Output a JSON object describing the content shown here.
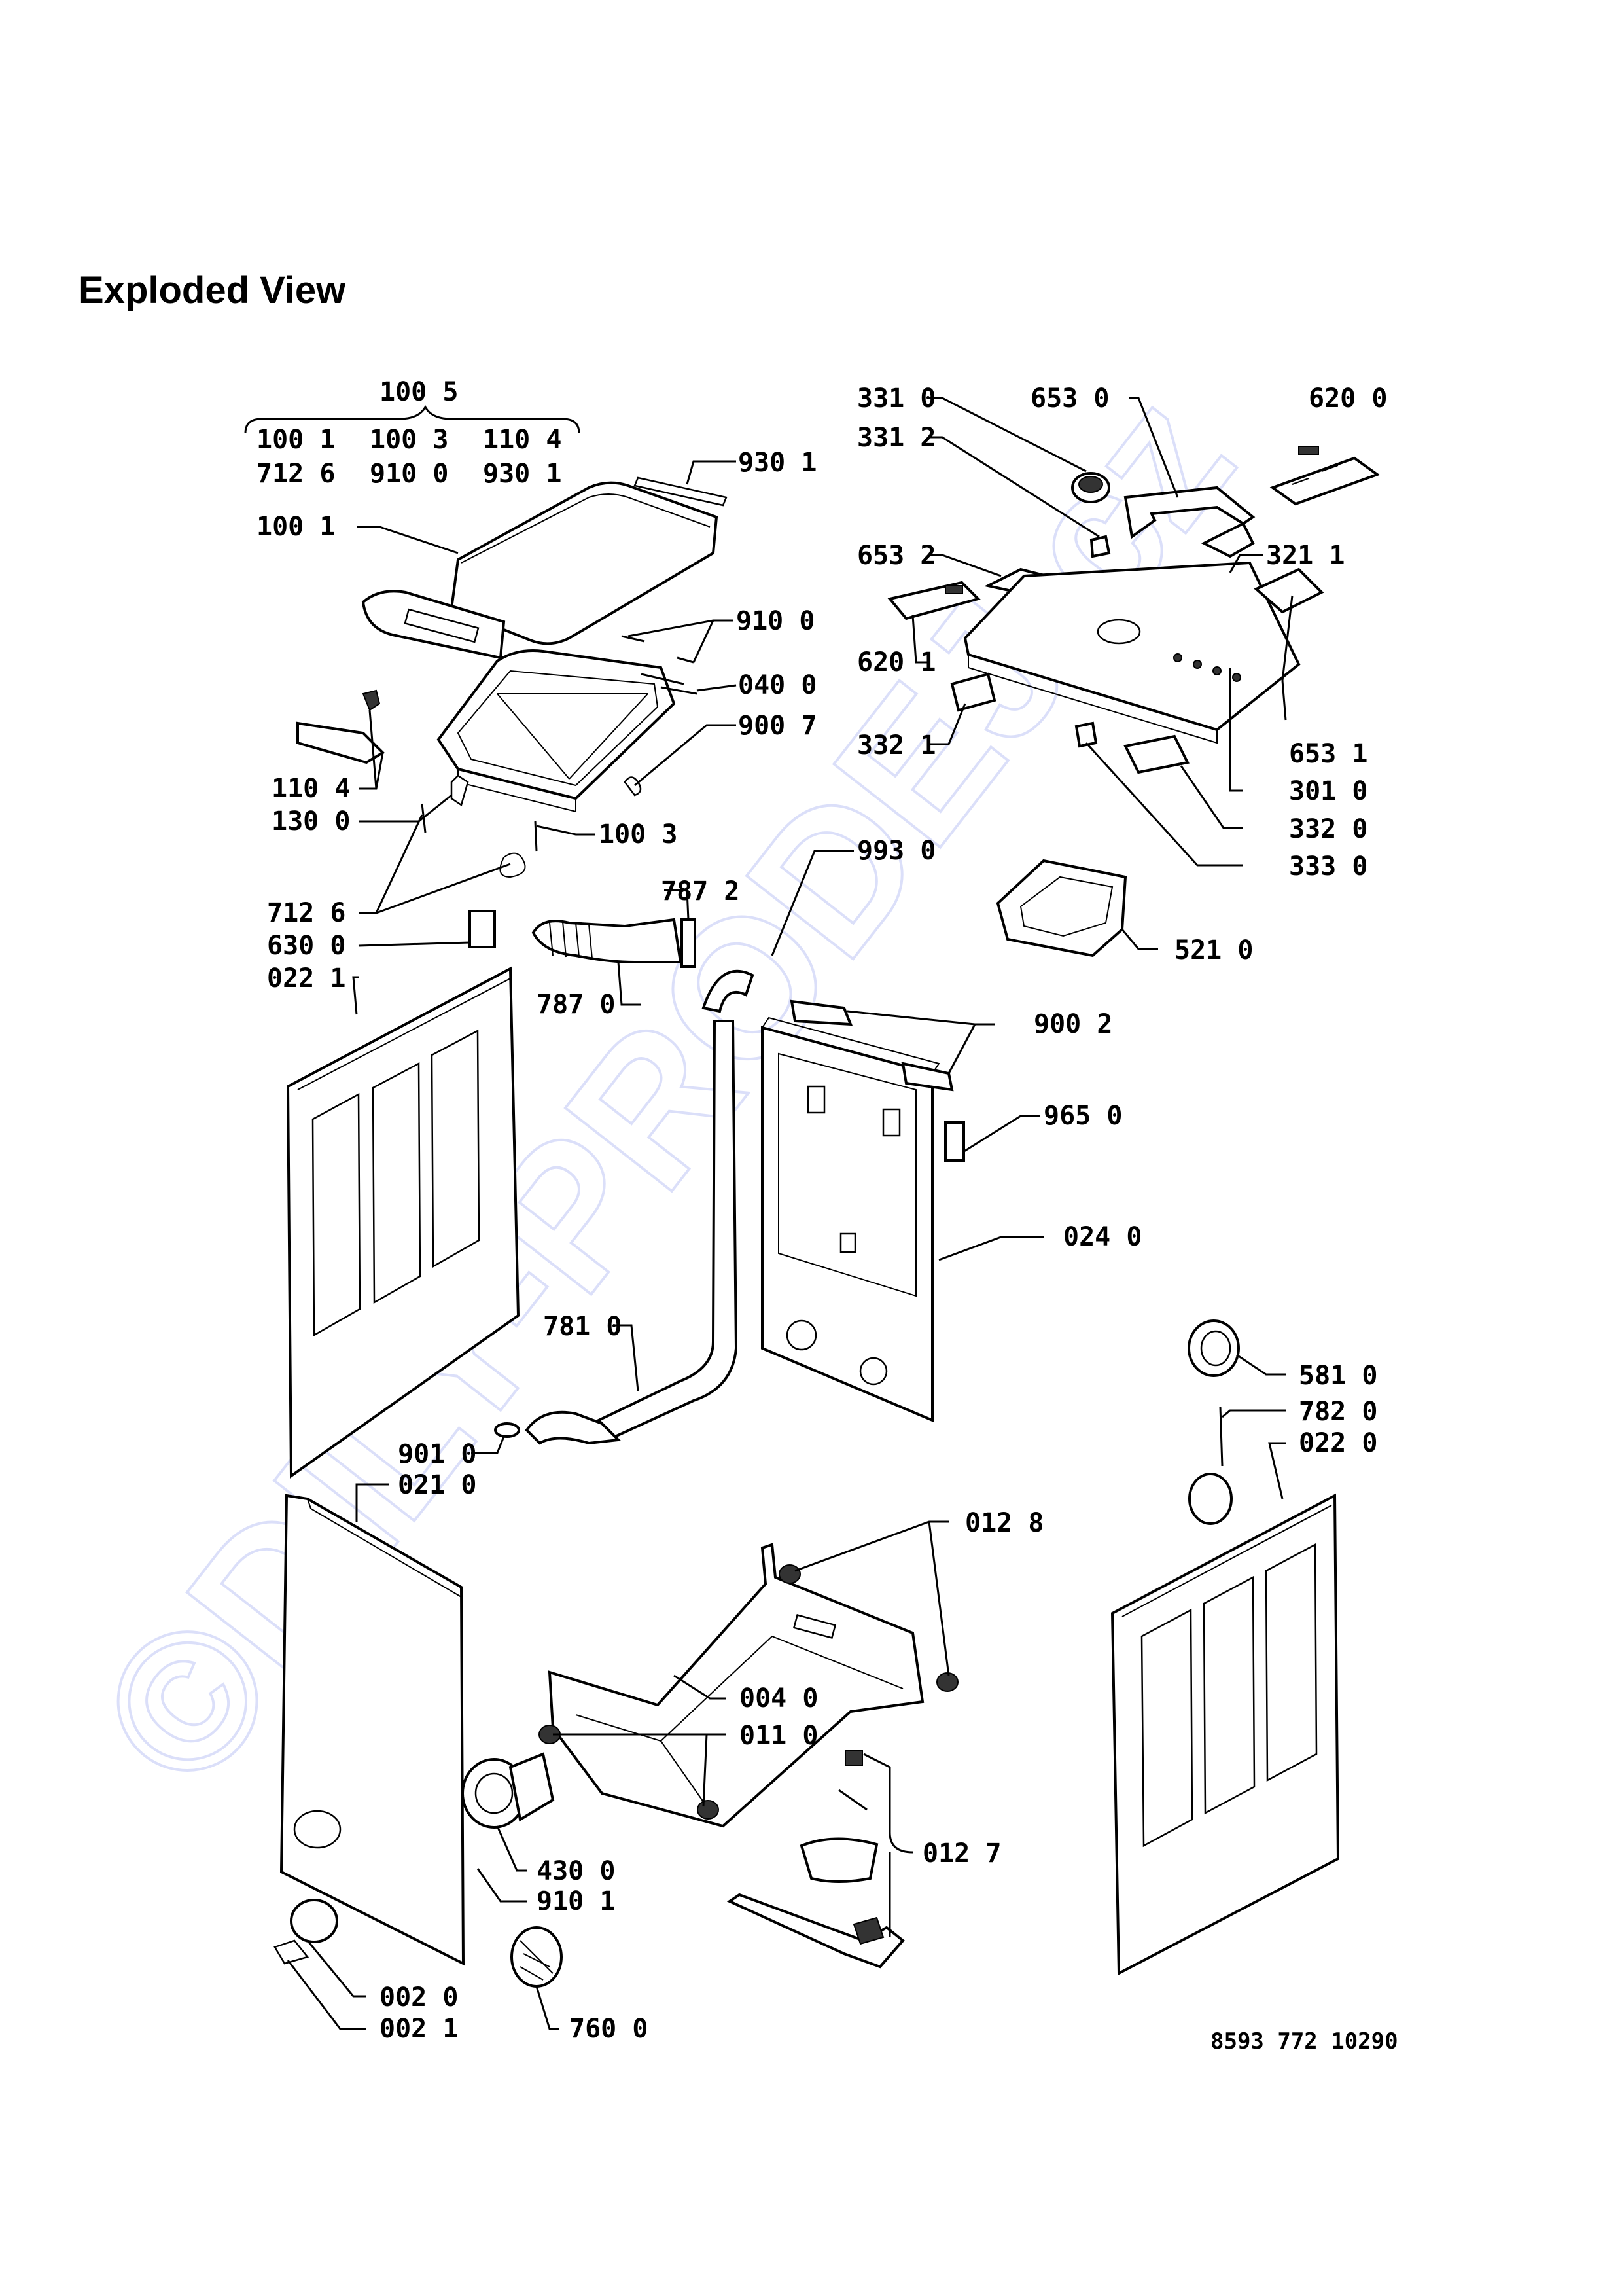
{
  "title": "Exploded View",
  "doc_number": "8593 772 10290",
  "watermark": "©DILY-PRODEJ.cz",
  "labels": {
    "l1005": "100 5",
    "l1001a": "100 1",
    "l1003a": "100 3",
    "l1104a": "110 4",
    "l7126a": "712 6",
    "l9100a": "910 0",
    "l9301a": "930 1",
    "l9301": "930 1",
    "l1001": "100 1",
    "l9100": "910 0",
    "l0400": "040 0",
    "l9007": "900 7",
    "l1104": "110 4",
    "l1300": "130 0",
    "l1003": "100 3",
    "l7126": "712 6",
    "l6300": "630 0",
    "l0221": "022 1",
    "l7872": "787 2",
    "l7870": "787 0",
    "l9930": "993 0",
    "l3310": "331 0",
    "l3312": "331 2",
    "l6530": "653 0",
    "l6200": "620 0",
    "l6532": "653 2",
    "l3211": "321 1",
    "l6201": "620 1",
    "l3321": "332 1",
    "l6531": "653 1",
    "l3010": "301 0",
    "l3320": "332 0",
    "l3330": "333 0",
    "l5210": "521 0",
    "l9002": "900 2",
    "l9650": "965 0",
    "l0240": "024 0",
    "l7810": "781 0",
    "l9010": "901 0",
    "l0210": "021 0",
    "l5810": "581 0",
    "l7820": "782 0",
    "l0220": "022 0",
    "l0128": "012 8",
    "l0040": "004 0",
    "l0110": "011 0",
    "l4300": "430 0",
    "l9101": "910 1",
    "l0127": "012 7",
    "l0020": "002 0",
    "l0021": "002 1",
    "l7600": "760 0"
  }
}
